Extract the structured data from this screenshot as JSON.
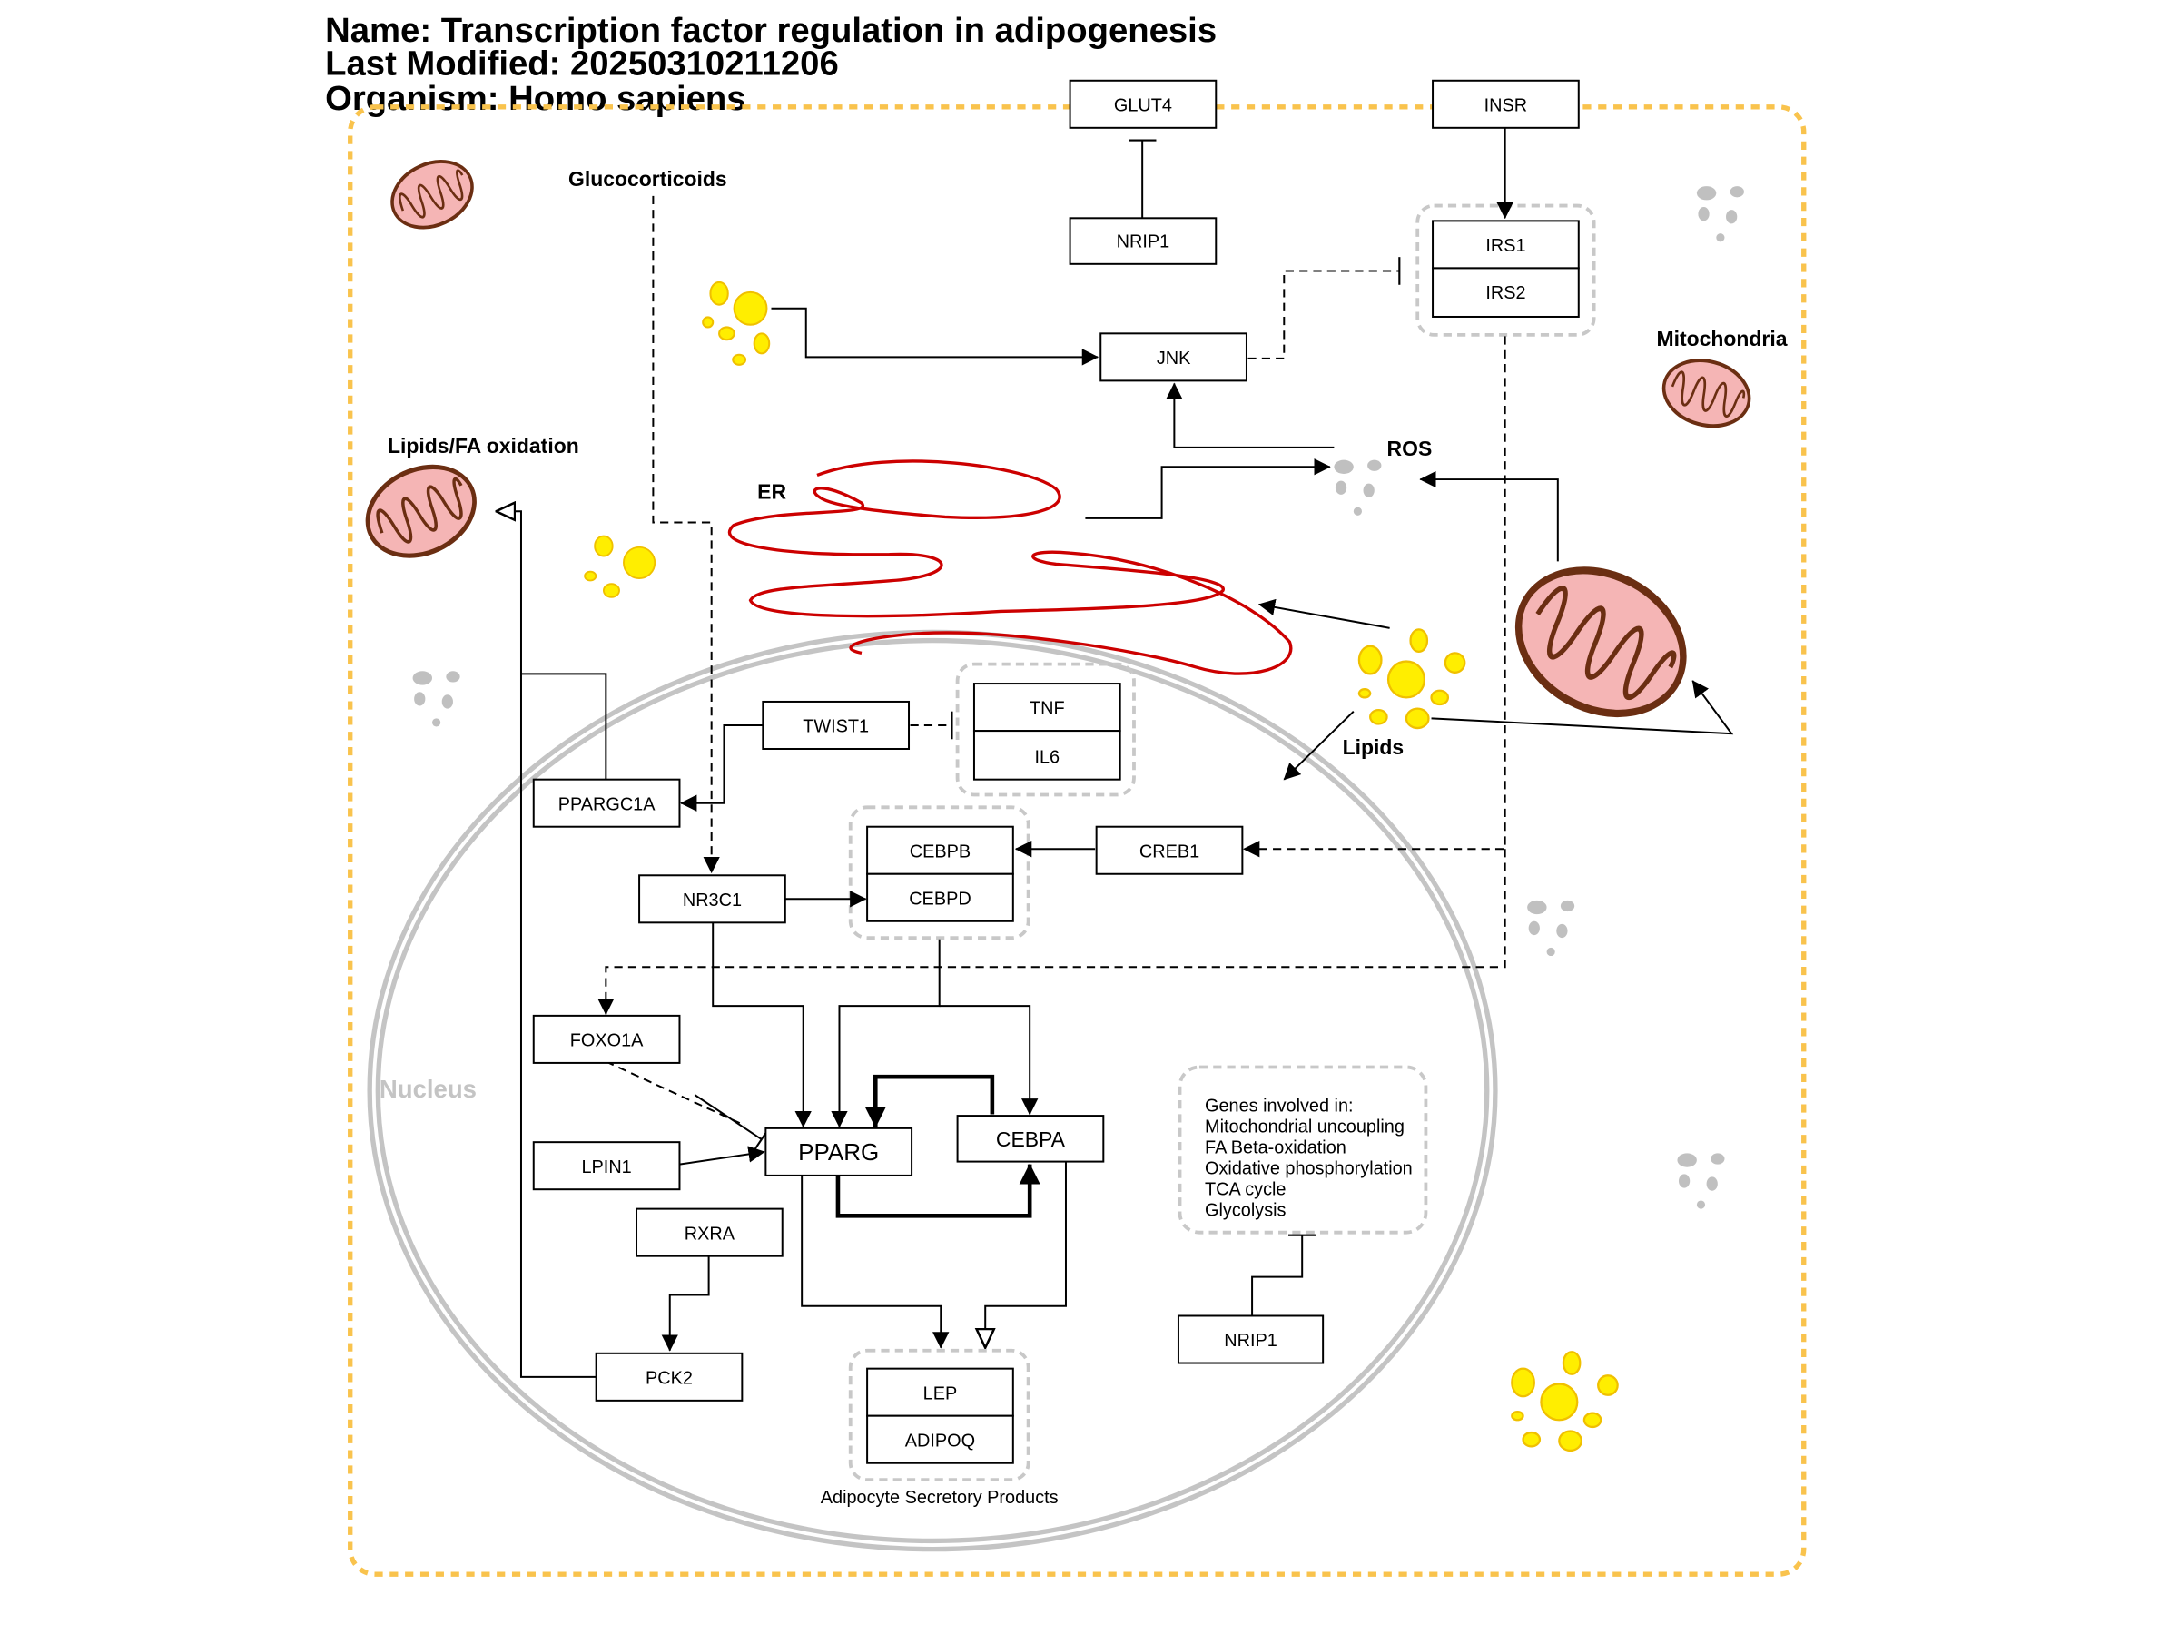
{
  "header": {
    "name": "Name: Transcription factor regulation in adipogenesis",
    "modified": "Last Modified: 20250310211206",
    "organism": "Organism: Homo sapiens"
  },
  "labels": {
    "glucocorticoids": "Glucocorticoids",
    "lipids_fa_oxidation": "Lipids/FA oxidation",
    "er": "ER",
    "ros": "ROS",
    "mitochondria": "Mitochondria",
    "lipids": "Lipids",
    "nucleus": "Nucleus",
    "secretory": "Adipocyte Secretory Products"
  },
  "genes": {
    "GLUT4": "GLUT4",
    "INSR": "INSR",
    "NRIP1_top": "NRIP1",
    "IRS1": "IRS1",
    "IRS2": "IRS2",
    "JNK": "JNK",
    "TWIST1": "TWIST1",
    "TNF": "TNF",
    "IL6": "IL6",
    "PPARGC1A": "PPARGC1A",
    "CEBPB": "CEBPB",
    "CEBPD": "CEBPD",
    "CREB1": "CREB1",
    "NR3C1": "NR3C1",
    "FOXO1A": "FOXO1A",
    "LPIN1": "LPIN1",
    "PPARG": "PPARG",
    "CEBPA": "CEBPA",
    "RXRA": "RXRA",
    "PCK2": "PCK2",
    "LEP": "LEP",
    "ADIPOQ": "ADIPOQ",
    "NRIP1_bottom": "NRIP1"
  },
  "genes_involved": {
    "title": "Genes involved in:",
    "lines": [
      "Mitochondrial uncoupling",
      "FA Beta-oxidation",
      "Oxidative phosphorylation",
      "TCA cycle",
      "Glycolysis"
    ]
  },
  "colors": {
    "cell_border": "#f9c34d",
    "nucleus": "#c4c4c4",
    "er": "#cc0000",
    "mito_fill": "#f5b5b5",
    "mito_stroke": "#6b2e12",
    "lipid_fill": "#ffee00",
    "lipid_stroke": "#f0c000",
    "ros": "#c0c0c0",
    "group_border": "#c8c8c8"
  }
}
